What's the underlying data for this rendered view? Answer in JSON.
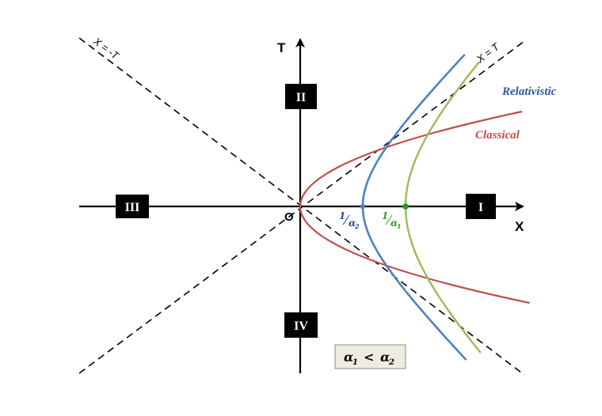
{
  "axes": {
    "x_label": "X",
    "t_label": "T",
    "origin_label": "O"
  },
  "lightcone": {
    "right_label": "X = T",
    "left_label": "X = -T"
  },
  "regions": [
    "I",
    "II",
    "III",
    "IV"
  ],
  "curves": {
    "relativistic": {
      "label": "Relativistic",
      "color": "#4F81BD"
    },
    "classical": {
      "label": "Classical",
      "color": "#C0504D"
    },
    "green": {
      "color": "#9BBB59"
    }
  },
  "ticks": {
    "blue": {
      "num": "1",
      "sym": "α",
      "sub": "2",
      "color": "#1F4E9A"
    },
    "green": {
      "num": "1",
      "sym": "α",
      "sub": "1",
      "color": "#3A9A1F"
    }
  },
  "condition": {
    "sym1": "α",
    "sub1": "1",
    "op": "<",
    "sym2": "α",
    "sub2": "2",
    "box_fill": "#EEECE1"
  }
}
